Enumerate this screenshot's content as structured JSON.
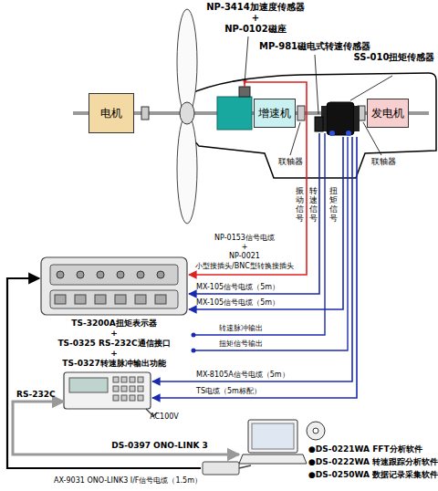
{
  "diagram": {
    "nodes": [
      {
        "text": [
          "电机"
        ]
      },
      {
        "text": [
          "增速机"
        ]
      },
      {
        "text": [
          "发电机"
        ]
      }
    ],
    "edges": [
      {
        "from": 0,
        "to": 1,
        "arrow": "none"
      },
      {
        "from": 1,
        "to": 2,
        "arrow": "none"
      }
    ],
    "labels": [
      "NP-3414加速度传感器",
      "+",
      "NP-0102磁座",
      "MP-981磁电式转速传感器",
      "SS-010扭矩传感器",
      "联轴器",
      "联轴器",
      "振动信号",
      "转速信号",
      "扭矩信号",
      "NP-0153信号电缆",
      "+",
      "NP-0021",
      "小型接插头/BNC型转换接插头",
      "MX-105信号电缆（5m）",
      "MX-105信号电缆（5m）",
      "转速脉冲输出",
      "扭矩信号输出",
      "MX-8105A信号电缆（5m）",
      "TS电缆（5m标配）",
      "RS-232C",
      "AC100V",
      "TS-3200A扭矩表示器",
      "+",
      "TS-0325 RS-232C通信接口",
      "+",
      "TS-0327转速脉冲输出功能",
      "DS-0397 ONO-LINK 3",
      "AX-9031 ONO-LINK3 I/F信号电缆（1.5m）",
      "●DS-0221WA FFT分析软件",
      "●DS-0222WA 转速跟踪分析软件",
      "●DS-0250WA 数据记录采集软件"
    ]
  }
}
